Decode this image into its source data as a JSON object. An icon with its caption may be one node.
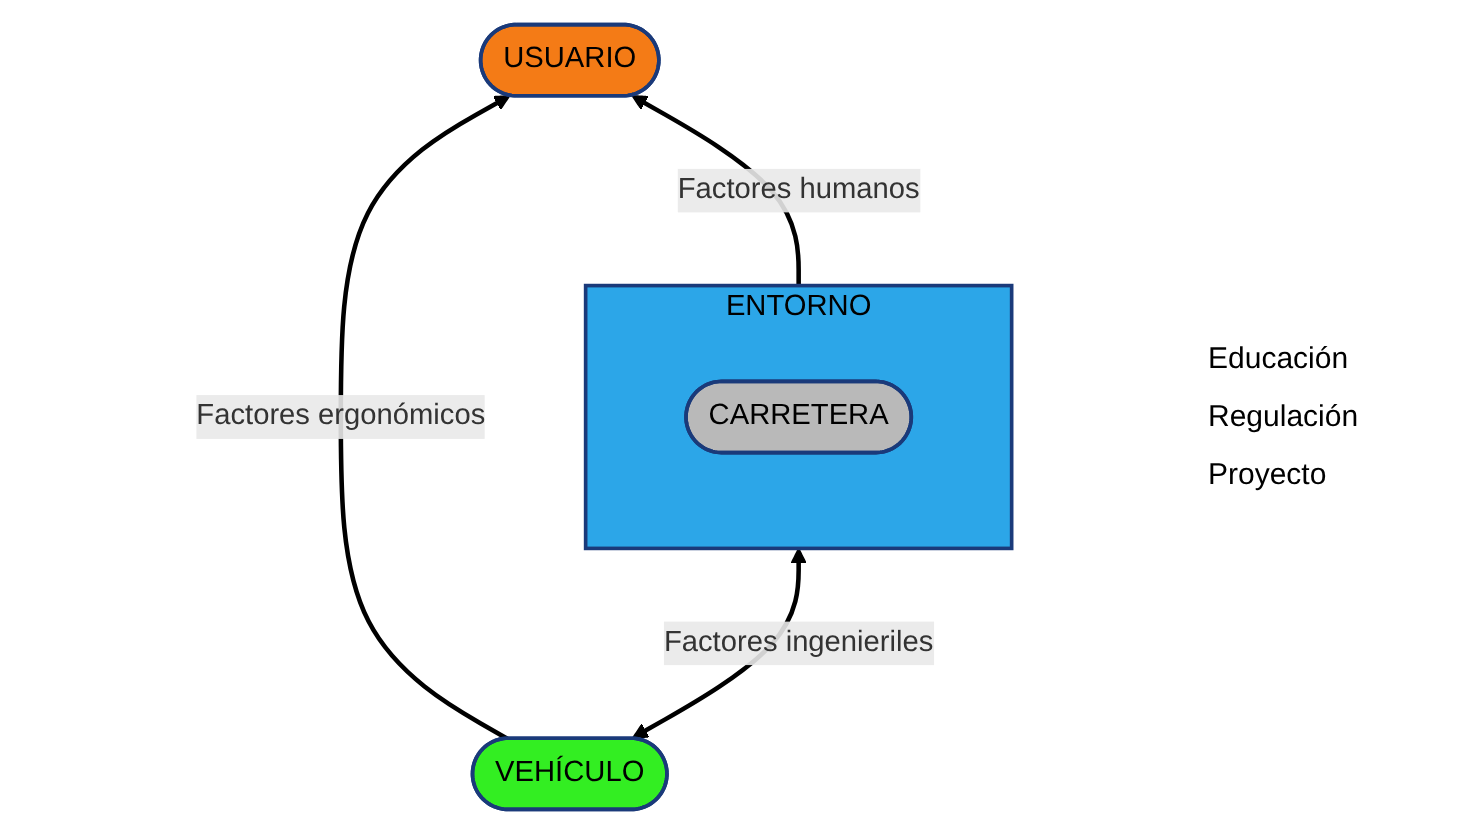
{
  "diagram": {
    "nodes": [
      {
        "text": [
          "USUARIO"
        ]
      },
      {
        "text": [
          "VEHÍCULO"
        ]
      },
      {
        "text": [
          "ENTORNO"
        ]
      },
      {
        "text": [
          "CARRETERA"
        ],
        "in": 2
      }
    ],
    "edges": [
      {
        "from": 1,
        "to": 0,
        "arrow": "to",
        "label": "Factores ergonómicos"
      },
      {
        "from": 2,
        "to": 0,
        "arrow": "to",
        "label": "Factores humanos"
      },
      {
        "from": 1,
        "to": 2,
        "arrow": "both",
        "label": "Factores ingenieriles"
      }
    ],
    "labels": [
      "Educación",
      "Regulación",
      "Proyecto"
    ]
  }
}
